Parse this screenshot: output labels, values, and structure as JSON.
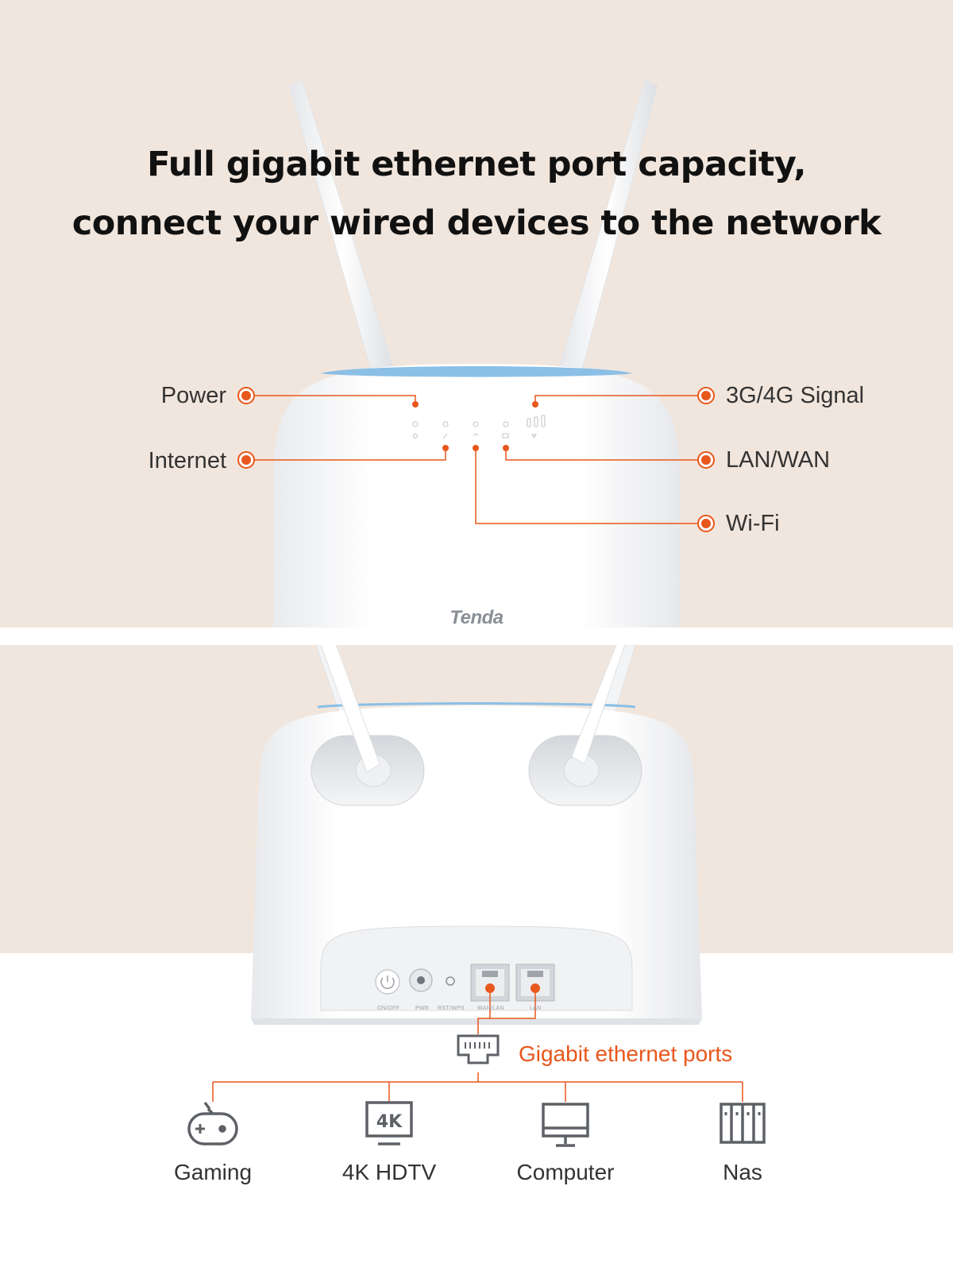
{
  "headline": {
    "line1": "Full gigabit ethernet port capacity,",
    "line2": "connect your wired devices to the network"
  },
  "front_indicators": {
    "power": "Power",
    "internet": "Internet",
    "signal": "3G/4G Signal",
    "lan_wan": "LAN/WAN",
    "wifi": "Wi-Fi"
  },
  "brand": "Tenda",
  "rear_ports": {
    "on_off": "ON/OFF",
    "pwr": "PWR",
    "rst_wps": "RST/WPS",
    "wan_lan": "WAN/LAN",
    "lan": "LAN"
  },
  "gigabit_label": "Gigabit ethernet ports",
  "devices": [
    {
      "label": "Gaming",
      "icon": "gamepad-icon"
    },
    {
      "label": "4K HDTV",
      "icon": "tv-4k-icon",
      "badge": "4K"
    },
    {
      "label": "Computer",
      "icon": "monitor-icon"
    },
    {
      "label": "Nas",
      "icon": "nas-icon"
    }
  ],
  "colors": {
    "accent": "#e8571c",
    "background": "#f1e6dd",
    "text": "#333333",
    "router_top": "#8bbfe6"
  }
}
